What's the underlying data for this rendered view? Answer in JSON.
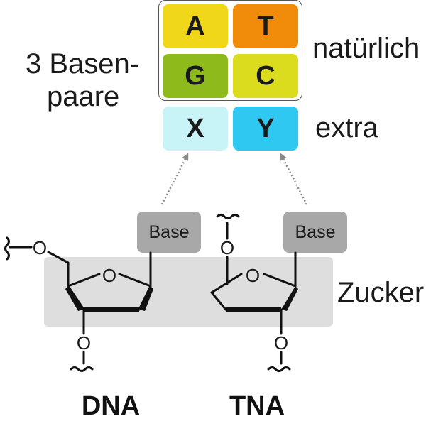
{
  "bases": {
    "natural": [
      {
        "letter": "A",
        "color": "#f0d71a"
      },
      {
        "letter": "T",
        "color": "#f08c0a"
      },
      {
        "letter": "G",
        "color": "#8fba1c"
      },
      {
        "letter": "C",
        "color": "#dcdc1e"
      }
    ],
    "extra": [
      {
        "letter": "X",
        "color": "#c8f4f8"
      },
      {
        "letter": "Y",
        "color": "#2ec8f0"
      }
    ]
  },
  "labels": {
    "pairs_line1": "3 Basen-",
    "pairs_line2": "paare",
    "natural": "natürlich",
    "extra": "extra",
    "sugar": "Zucker"
  },
  "molecules": {
    "base": "Base",
    "oxygen": "O",
    "dna": "DNA",
    "tna": "TNA"
  },
  "colors": {
    "sugar_band": "#dedede",
    "base_box": "#a8a8a8",
    "arrow": "#8a8a8a"
  }
}
